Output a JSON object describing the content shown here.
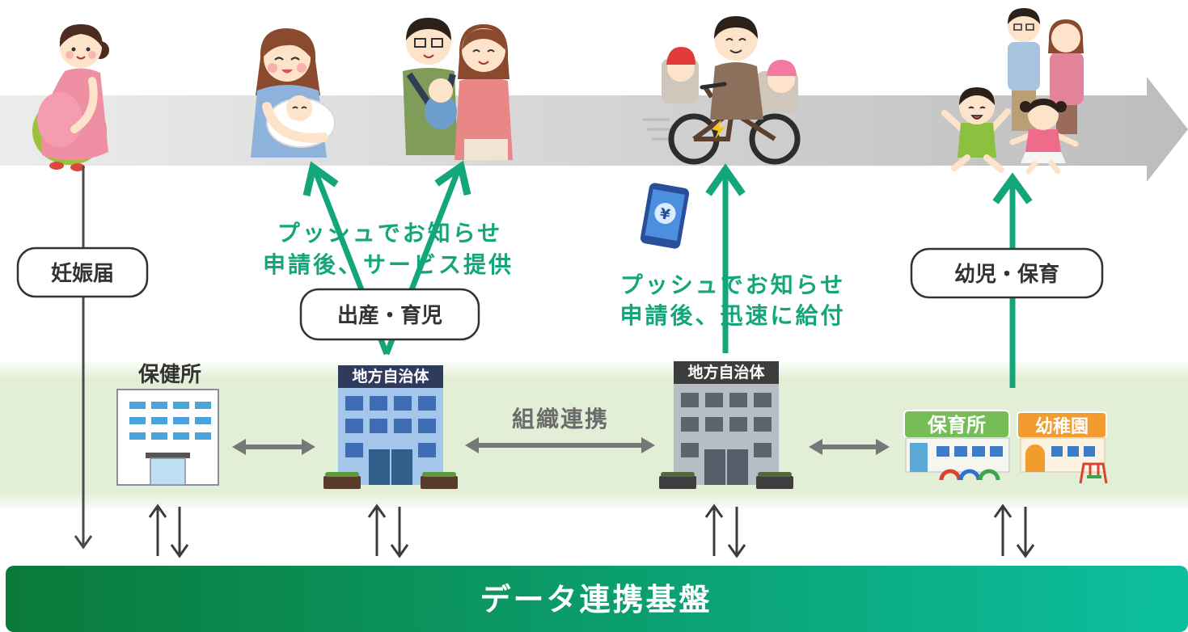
{
  "flow_labels": {
    "pregnancy_notice": "妊娠届",
    "birth_childcare": "出産・育児",
    "infant_childcare": "幼児・保育"
  },
  "notifications": [
    {
      "line1": "プッシュでお知らせ",
      "line2": "申請後、サービス提供"
    },
    {
      "line1": "プッシュでお知らせ",
      "line2": "申請後、迅速に給付"
    }
  ],
  "organizations": {
    "health_center": "保健所",
    "local_gov_1_sign": "地方自治体",
    "local_gov_2_sign": "地方自治体",
    "nursery_sign": "保育所",
    "kindergarten_sign": "幼稚園"
  },
  "org_linkage_label": "組織連携",
  "platform": {
    "label": "データ連携基盤"
  },
  "icons": {
    "smartphone_symbol": "¥",
    "illustrations": [
      "pregnant-woman",
      "mother-with-newborn",
      "parents-with-baby",
      "bicycle-family",
      "smartphone-payment",
      "family-with-children",
      "health-center-building",
      "local-government-building",
      "nursery-building",
      "kindergarten-building"
    ]
  },
  "colors": {
    "accent_green": "#14a67b",
    "timeline_light": "#ececec",
    "timeline_dark": "#bdbdbd",
    "band_green": "#e3eed6",
    "platform_start": "#0a7a39",
    "platform_end": "#0cbf9f",
    "connector_grey": "#777777",
    "line_dark": "#3c3c3c"
  }
}
